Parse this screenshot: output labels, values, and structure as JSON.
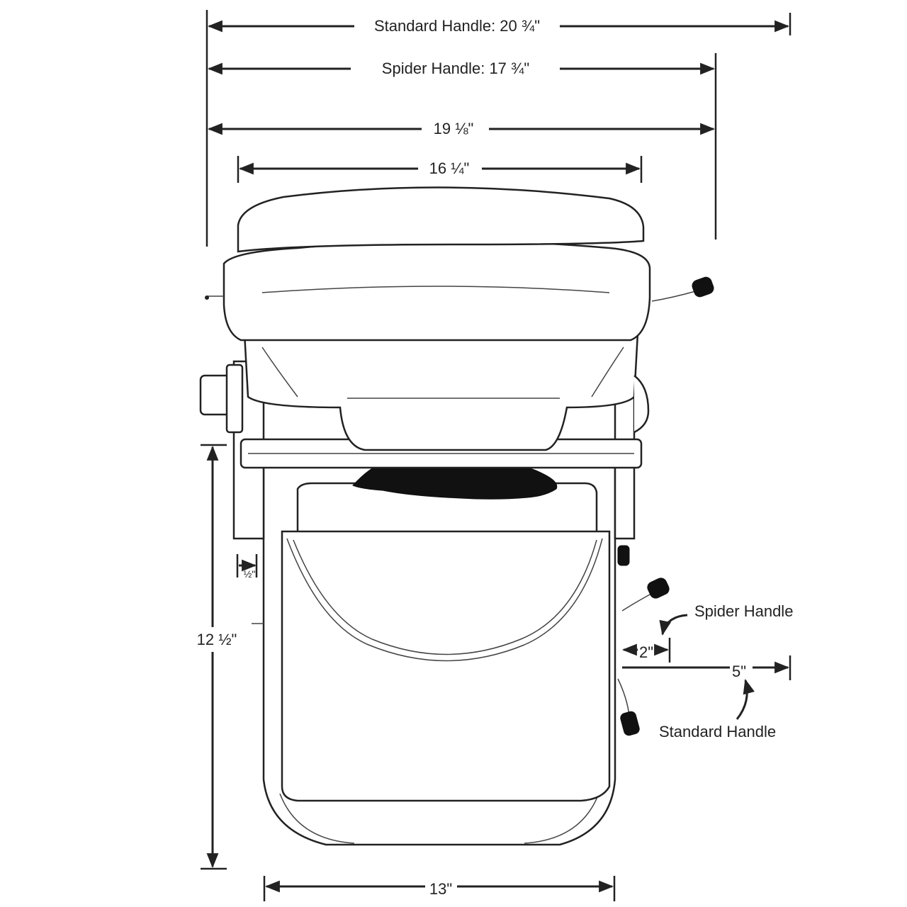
{
  "colors": {
    "line": "#222222",
    "background": "#ffffff",
    "dark_fill": "#111111"
  },
  "dimensions": {
    "standard_handle_width": "Standard Handle: 20 ¾\"",
    "spider_handle_width": "Spider Handle: 17 ¾\"",
    "overall_width": "19 ⅛\"",
    "seat_width": "16 ¼\"",
    "height": "12 ½\"",
    "base_width": "13\"",
    "offset_small": "½\"",
    "spider_offset": "2\"",
    "standard_offset": "5\""
  },
  "callouts": {
    "spider_handle": "Spider Handle",
    "standard_handle": "Standard Handle"
  }
}
